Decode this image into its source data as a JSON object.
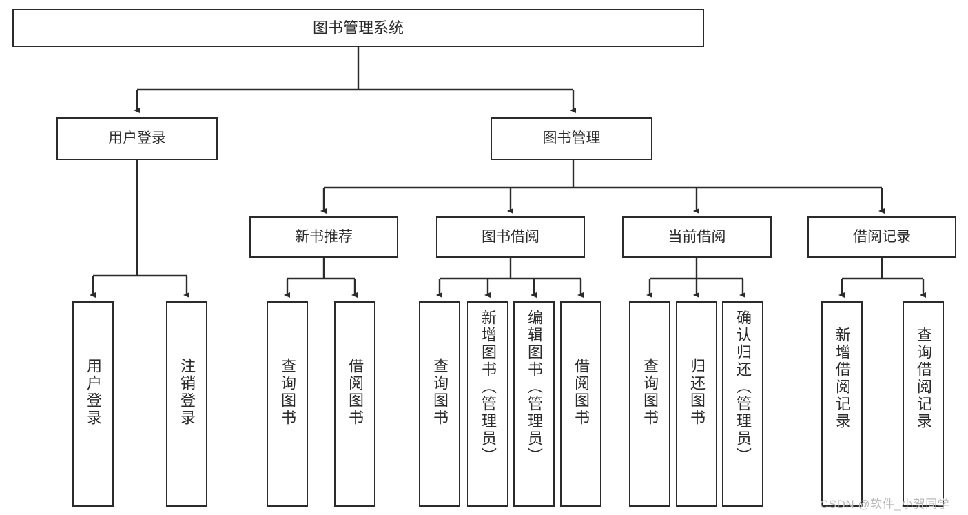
{
  "diagram": {
    "title": "图书管理系统",
    "type": "tree-hierarchy",
    "colors": {
      "box_border": "#2b2b2b",
      "box_fill": "#ffffff",
      "connector": "#2b2b2b",
      "text": "#2b2b2b",
      "watermark": "#b9b9b9",
      "background": "#ffffff"
    }
  },
  "root": {
    "label": "图书管理系统"
  },
  "level1": [
    {
      "id": "user-login",
      "label": "用户登录"
    },
    {
      "id": "book-management",
      "label": "图书管理"
    }
  ],
  "level2": [
    {
      "id": "new-book-recommend",
      "label": "新书推荐"
    },
    {
      "id": "book-borrow",
      "label": "图书借阅"
    },
    {
      "id": "current-borrow",
      "label": "当前借阅"
    },
    {
      "id": "borrow-record",
      "label": "借阅记录"
    }
  ],
  "leaves": {
    "user_login": [
      {
        "id": "leaf-user-login",
        "label": "用户登录"
      },
      {
        "id": "leaf-logout-login",
        "label": "注销登录"
      }
    ],
    "new_book_recommend": [
      {
        "id": "leaf-query-book-1",
        "label": "查询图书"
      },
      {
        "id": "leaf-borrow-book-1",
        "label": "借阅图书"
      }
    ],
    "book_borrow": [
      {
        "id": "leaf-query-book-2",
        "label": "查询图书"
      },
      {
        "id": "leaf-add-book",
        "label": "新增图书（管理员）"
      },
      {
        "id": "leaf-edit-book",
        "label": "编辑图书（管理员）"
      },
      {
        "id": "leaf-borrow-book-2",
        "label": "借阅图书"
      }
    ],
    "current_borrow": [
      {
        "id": "leaf-query-book-3",
        "label": "查询图书"
      },
      {
        "id": "leaf-return-book",
        "label": "归还图书"
      },
      {
        "id": "leaf-confirm-return",
        "label": "确认归还（管理员）"
      }
    ],
    "borrow_record": [
      {
        "id": "leaf-add-record",
        "label": "新增借阅记录"
      },
      {
        "id": "leaf-query-record",
        "label": "查询借阅记录"
      }
    ]
  },
  "watermark": {
    "text": "CSDN @软件_小贺同学"
  }
}
